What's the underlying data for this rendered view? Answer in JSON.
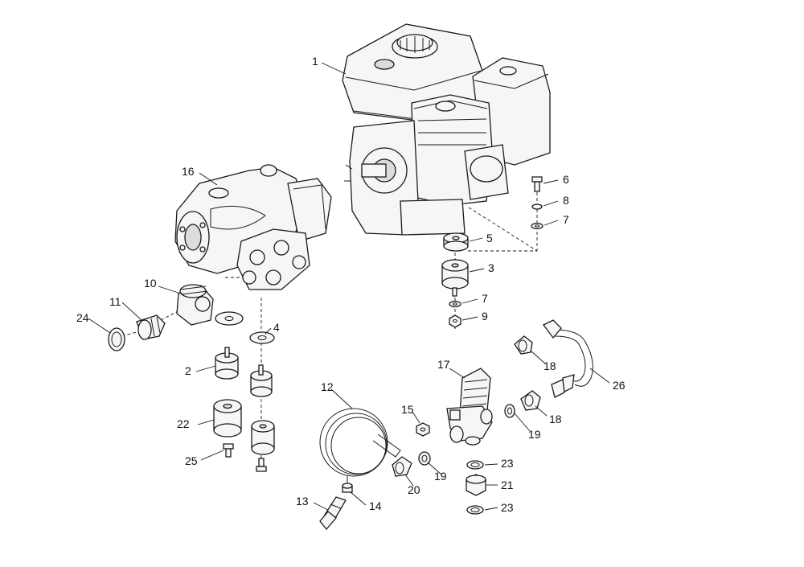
{
  "callouts": {
    "c1": "1",
    "c2": "2",
    "c3": "3",
    "c4": "4",
    "c5": "5",
    "c6": "6",
    "c7a": "7",
    "c7b": "7",
    "c8": "8",
    "c9": "9",
    "c10": "10",
    "c11": "11",
    "c12": "12",
    "c13": "13",
    "c14": "14",
    "c15": "15",
    "c16": "16",
    "c17": "17",
    "c18a": "18",
    "c18b": "18",
    "c19a": "19",
    "c19b": "19",
    "c20": "20",
    "c21": "21",
    "c22": "22",
    "c23a": "23",
    "c23b": "23",
    "c24": "24",
    "c25": "25",
    "c26": "26"
  }
}
